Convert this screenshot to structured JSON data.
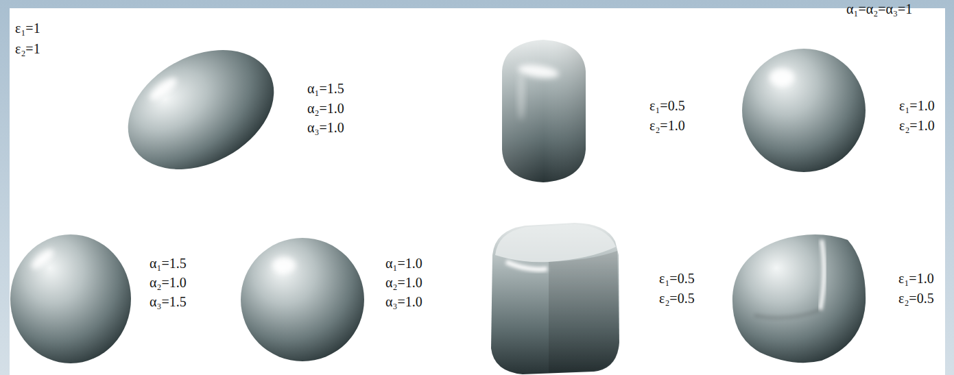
{
  "diagram": {
    "labels": [
      "ε₁=1",
      "ε₂=1",
      "α₁=1.5",
      "α₂=1.0",
      "α₃=1.0",
      "α₁=α₂=α₃=1",
      "ε₁=0.5",
      "ε₂=1.0",
      "ε₁=1.0",
      "ε₂=1.0",
      "α₁=1.5",
      "α₂=1.0",
      "α₃=1.5",
      "α₁=1.0",
      "α₂=1.0",
      "α₃=1.0",
      "ε₁=0.5",
      "ε₂=0.5",
      "ε₁=1.0",
      "ε₂=0.5"
    ]
  }
}
